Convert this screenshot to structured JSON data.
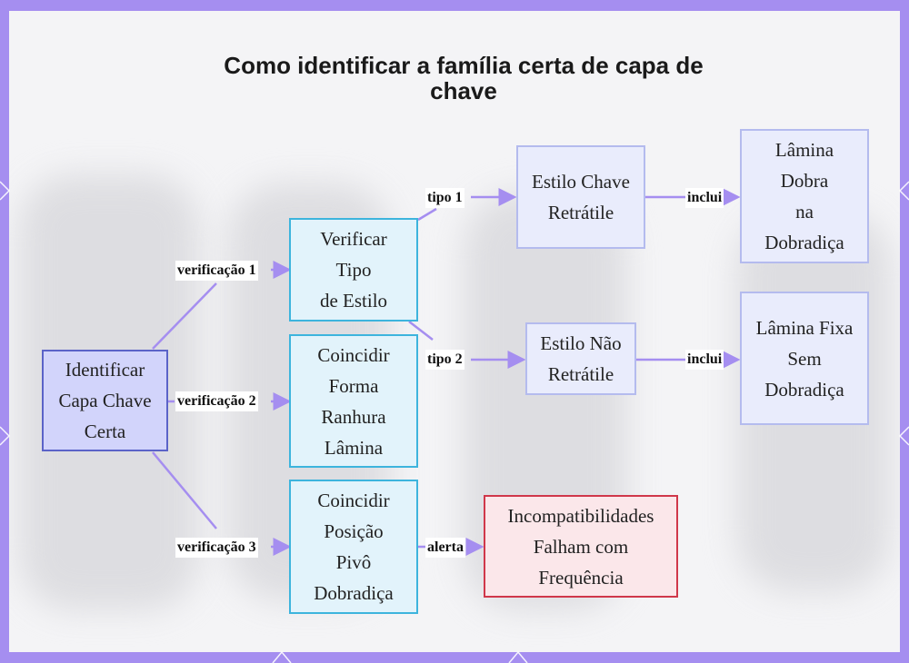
{
  "title": "Como identificar a família certa de capa de chave",
  "colors": {
    "border_accent": "#a58ef0",
    "edge": "#a58ef0",
    "root_fill": "#d2d4fb",
    "root_border": "#5b63c8",
    "check_border": "#3db4dd",
    "type_border": "#b4bbee",
    "alert_border": "#d0374a"
  },
  "nodes": {
    "root": "Identificar\nCapa Chave\nCerta",
    "check_style": "Verificar\nTipo\nde Estilo",
    "check_shape": "Coincidir\nForma\nRanhura\nLâmina",
    "check_pivot": "Coincidir\nPosição\nPivô\nDobradiça",
    "retractable": "Estilo Chave\nRetrátile",
    "non_retractable": "Estilo Não\nRetrátile",
    "folding_blade": "Lâmina\nDobra\nna\nDobradiça",
    "fixed_blade": "Lâmina Fixa\nSem\nDobradiça",
    "mismatch": "Incompatibilidades\nFalham com\nFrequência"
  },
  "edges": {
    "v1": "verificação 1",
    "v2": "verificação 2",
    "v3": "verificação 3",
    "t1": "tipo 1",
    "t2": "tipo 2",
    "inc1": "inclui",
    "inc2": "inclui",
    "alert": "alerta"
  }
}
